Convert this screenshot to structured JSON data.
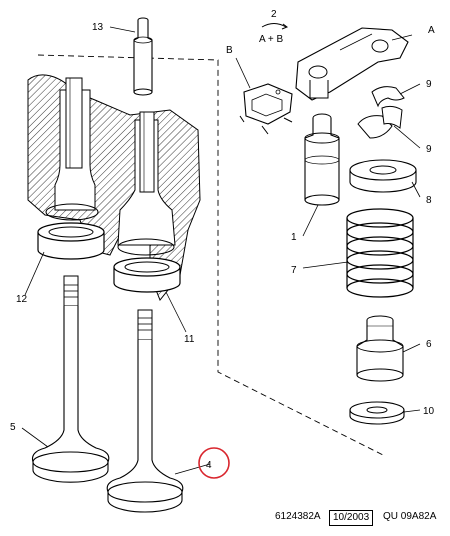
{
  "callouts": {
    "c1": "1",
    "c2": "2",
    "c4": "4",
    "c5": "5",
    "c6": "6",
    "c7": "7",
    "c8": "8",
    "c9a": "9",
    "c9b": "9",
    "c10": "10",
    "c11": "11",
    "c12": "12",
    "c13": "13",
    "cA": "A",
    "cB": "B"
  },
  "assembly_note": "A + B",
  "highlight_color": "#d9262e",
  "footer": {
    "ref_left": "6124382A",
    "date": "10/2003",
    "ref_right": "QU 09A82A"
  }
}
